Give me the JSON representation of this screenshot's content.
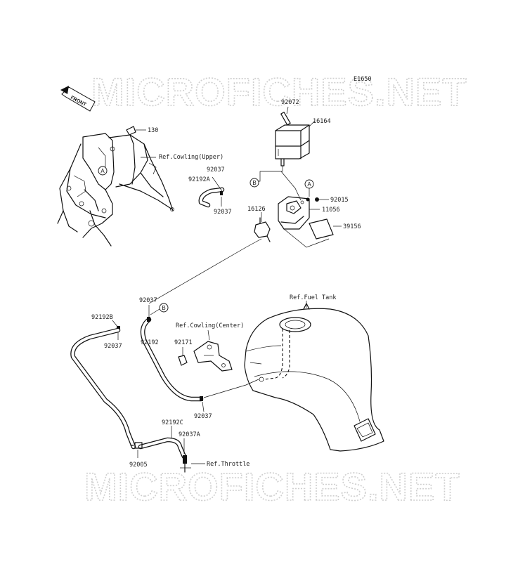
{
  "diagram": {
    "code": "E1650",
    "front_label": "FRONT",
    "watermark_top": "MICROFICHES.NET",
    "watermark_bottom": "MICROFICHES.NET"
  },
  "callouts": {
    "p130": "130",
    "ref_cowling_upper": "Ref.Cowling(Upper)",
    "p92072": "92072",
    "p16164": "16164",
    "p92037_a": "92037",
    "p92192A": "92192A",
    "p92037_b": "92037",
    "p16126": "16126",
    "p92015": "92015",
    "p11056": "11056",
    "p39156": "39156",
    "p92037_c": "92037",
    "p92192B": "92192B",
    "p92037_d": "92037",
    "p92192": "92192",
    "ref_fuel_tank": "Ref.Fuel Tank",
    "ref_cowling_center": "Ref.Cowling(Center)",
    "p92171": "92171",
    "p92037_e": "92037",
    "p92192C": "92192C",
    "p92037A": "92037A",
    "p92005": "92005",
    "ref_throttle": "Ref.Throttle"
  },
  "ref_markers": {
    "a": "A",
    "b": "B"
  }
}
